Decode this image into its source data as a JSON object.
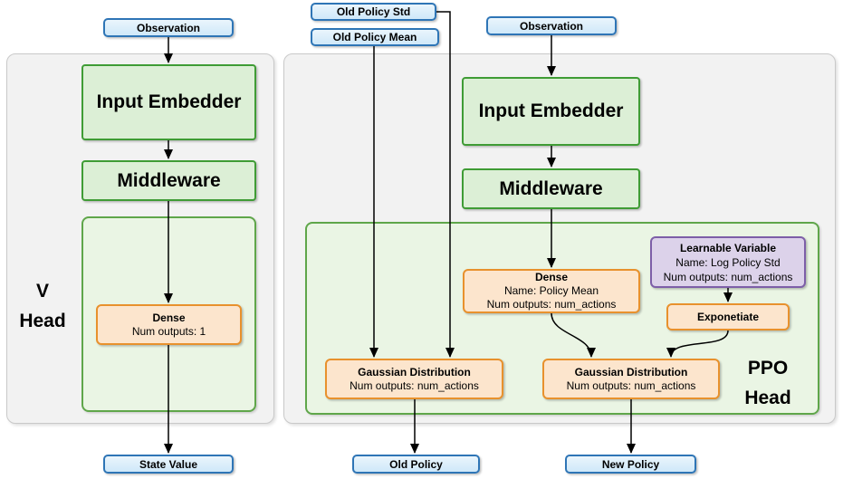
{
  "diagram": {
    "v_network": {
      "observation": "Observation",
      "input_embedder": "Input Embedder",
      "middleware": "Middleware",
      "head_line1": "V",
      "head_line2": "Head",
      "dense": {
        "title": "Dense",
        "outputs": "Num outputs: 1"
      },
      "state_value": "State Value"
    },
    "ppo_network": {
      "old_policy_std": "Old Policy Std",
      "old_policy_mean": "Old Policy Mean",
      "observation": "Observation",
      "input_embedder": "Input Embedder",
      "middleware": "Middleware",
      "head_line1": "PPO",
      "head_line2": "Head",
      "dense": {
        "title": "Dense",
        "name": "Name: Policy Mean",
        "outputs": "Num outputs: num_actions"
      },
      "learnable_variable": {
        "title": "Learnable Variable",
        "name": "Name: Log Policy Std",
        "outputs": "Num outputs: num_actions"
      },
      "exponetiate": "Exponetiate",
      "gaussian_old": {
        "title": "Gaussian Distribution",
        "outputs": "Num outputs: num_actions"
      },
      "gaussian_new": {
        "title": "Gaussian Distribution",
        "outputs": "Num outputs: num_actions"
      },
      "old_policy": "Old Policy",
      "new_policy": "New Policy"
    },
    "colors": {
      "blue_fill": "#cfe8f9",
      "blue_border": "#2e75b6",
      "green_fill": "#dcefd6",
      "green_border": "#3f9c35",
      "panel_green_fill": "#eaf5e4",
      "panel_green_border": "#5fa64a",
      "gray_fill": "#f2f2f2",
      "gray_border": "#c9c9c9",
      "orange_fill": "#fce5cd",
      "orange_border": "#e8912d",
      "purple_fill": "#dcd2ea",
      "purple_border": "#7d5fa8"
    }
  }
}
